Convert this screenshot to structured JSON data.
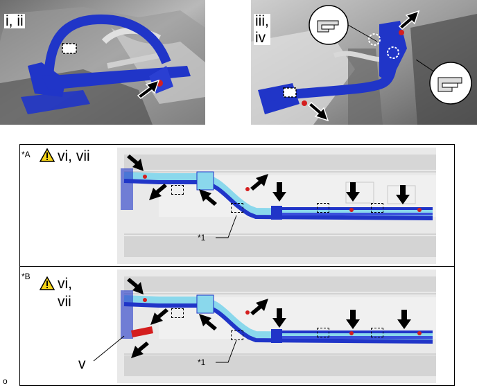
{
  "top_left": {
    "label": "i, ii"
  },
  "top_right": {
    "label_line1": "iii,",
    "label_line2": "iv"
  },
  "panel_a": {
    "tag": "*A",
    "warning_label": "vi, vii",
    "callout": "*1"
  },
  "panel_b": {
    "tag": "*B",
    "warning_line1": "vi,",
    "warning_line2": "vii",
    "callout": "*1",
    "callout_v": "v"
  },
  "footer": {
    "code": "o"
  },
  "colors": {
    "pipe_blue": "#2035c8",
    "pipe_light": "#8ad8ec",
    "bolt_red": "#d41e1e",
    "warning_yellow": "#f7d417"
  },
  "icons": [
    "warning-icon",
    "arrow-icon",
    "bolt-icon",
    "dashed-box-icon",
    "clip-detail-icon"
  ]
}
